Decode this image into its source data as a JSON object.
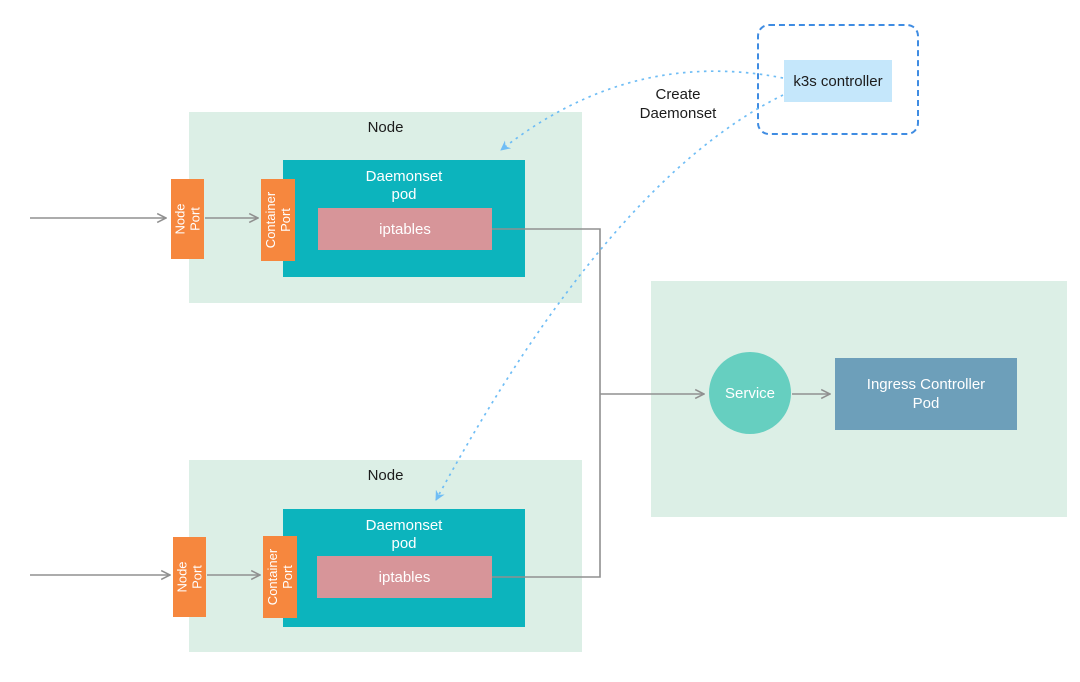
{
  "colors": {
    "node_bg": "#dcefe6",
    "daemonset_teal": "#0cb4bd",
    "iptables_pink": "#d79599",
    "port_orange": "#f6873e",
    "service_teal": "#66cfc0",
    "ingress_blue": "#6d9fba",
    "k3s_fill": "#c5e7fb",
    "k3s_border": "#3f8ce2",
    "dashed_blue": "#6fbdf5",
    "connector_gray": "#909090",
    "text_dark": "#1c1c1c",
    "text_light": "#ffffff"
  },
  "labels": {
    "node_top": "Node",
    "node_bottom": "Node",
    "daemonset": {
      "line1": "Daemonset",
      "line2": "pod"
    },
    "iptables": "iptables",
    "node_port": {
      "line1": "Node",
      "line2": "Port"
    },
    "container_port": {
      "line1": "Container",
      "line2": "Port"
    },
    "k3s_controller": "k3s controller",
    "create_daemonset": {
      "line1": "Create",
      "line2": "Daemonset"
    },
    "service": "Service",
    "ingress": {
      "line1": "Ingress Controller",
      "line2": "Pod"
    }
  }
}
